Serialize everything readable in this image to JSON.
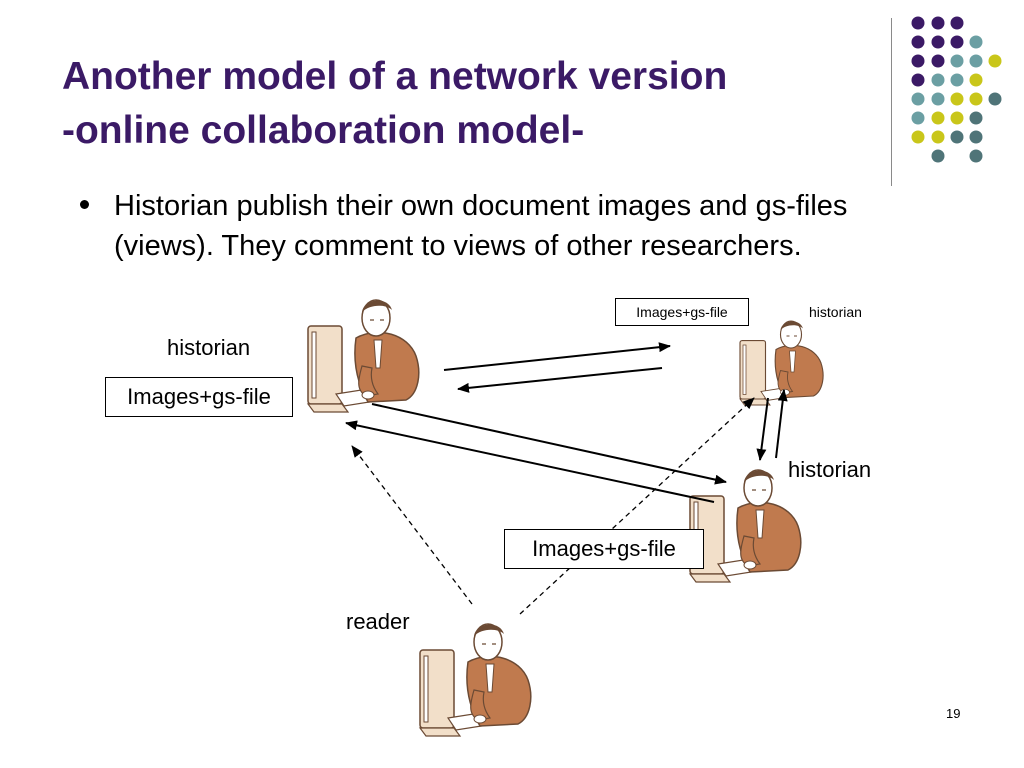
{
  "slide": {
    "title_line1": "Another model of a network version",
    "title_line2": "-online collaboration model-",
    "bullet": "Historian publish their own document images and gs-files (views). They comment to views of other researchers.",
    "page_number": "19"
  },
  "colors": {
    "title": "#3b1a66",
    "dot_purple": "#3b1a66",
    "dot_teal": "#6b9fa3",
    "dot_yellow": "#c9c61a",
    "dot_slate": "#4f7478",
    "desk": "#f2dfc9",
    "person": "#c07a4e"
  },
  "diagram": {
    "nodes": [
      {
        "id": "historian-left",
        "label": "historian",
        "box": "Images+gs-file"
      },
      {
        "id": "historian-top-right",
        "label": "historian",
        "box": "Images+gs-file"
      },
      {
        "id": "historian-right",
        "label": "historian",
        "box": "Images+gs-file"
      },
      {
        "id": "reader",
        "label": "reader"
      }
    ]
  }
}
